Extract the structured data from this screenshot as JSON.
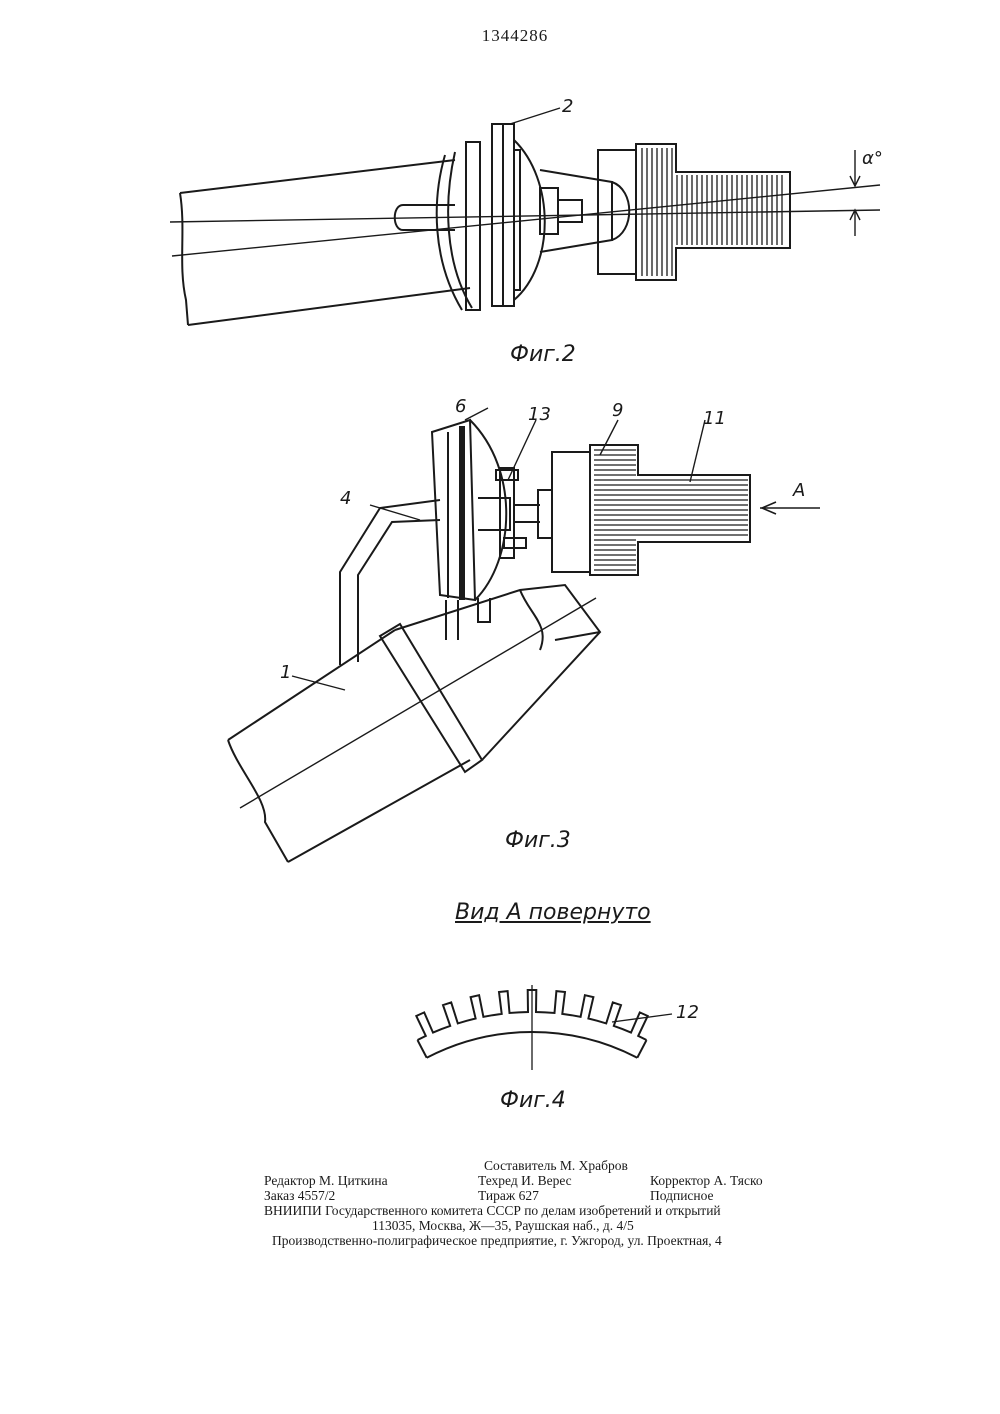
{
  "patent_number": "1344286",
  "figures": {
    "fig2": {
      "caption": "Фиг.2",
      "labels": {
        "part_2": "2",
        "angle": "α°"
      }
    },
    "fig3": {
      "caption": "Фиг.3",
      "labels": {
        "part_1": "1",
        "part_4": "4",
        "part_6": "6",
        "part_13": "13",
        "part_9": "9",
        "part_11": "11",
        "view_arrow": "A"
      }
    },
    "fig4": {
      "view_title": "Вид А повернуто",
      "caption": "Фиг.4",
      "labels": {
        "part_12": "12"
      }
    }
  },
  "imprint": {
    "compiler": "Составитель М. Храбров",
    "editor": "Редактор М. Циткина",
    "techred": "Техред И. Верес",
    "corrector": "Корректор А. Тяско",
    "order": "Заказ 4557/2",
    "circulation": "Тираж 627",
    "subscription": "Подписное",
    "org_line": "ВНИИПИ Государственного комитета СССР по делам изобретений и открытий",
    "address_line": "113035, Москва, Ж—35, Раушская наб., д. 4/5",
    "printer_line": "Производственно-полиграфическое предприятие, г. Ужгород, ул. Проектная, 4"
  }
}
